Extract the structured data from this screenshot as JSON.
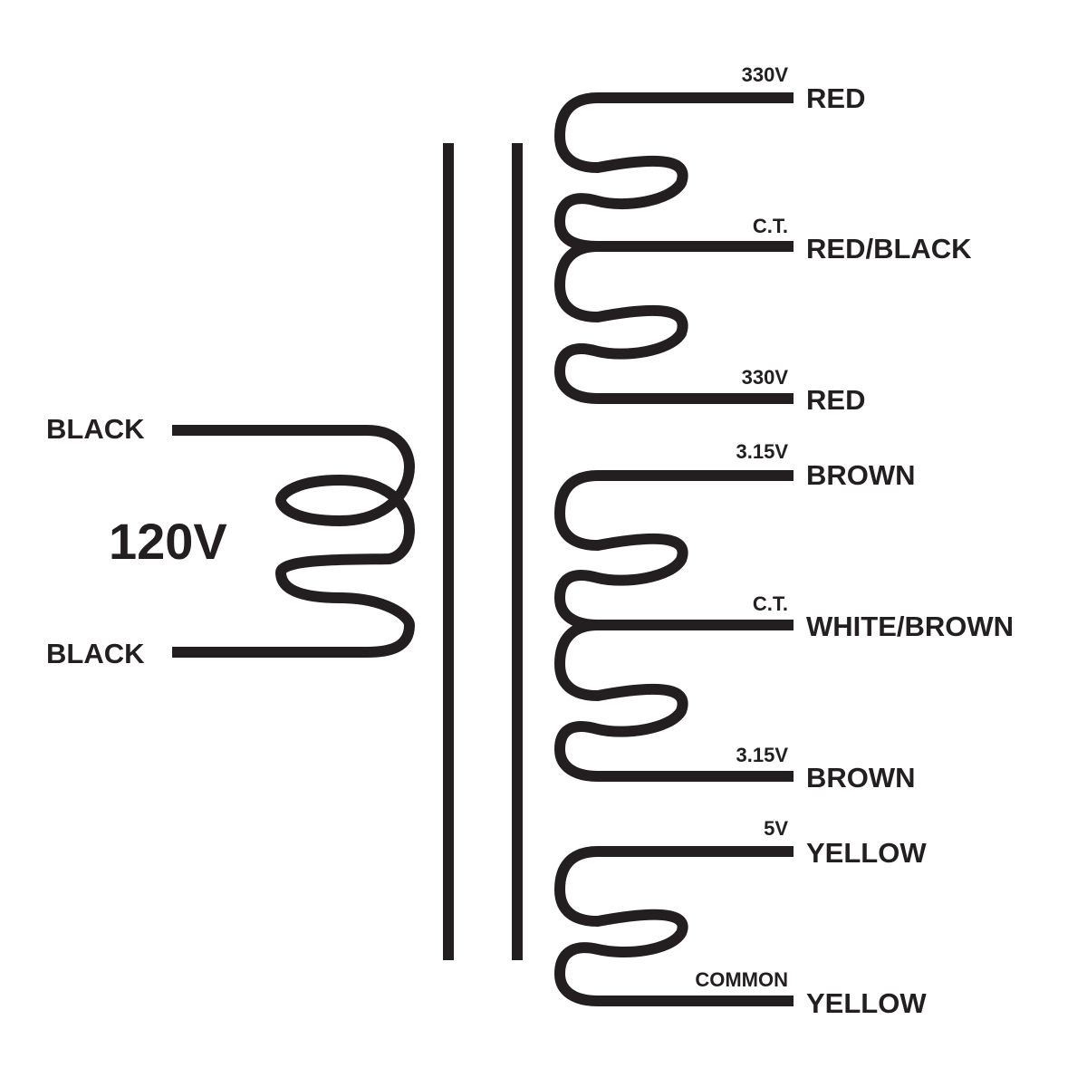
{
  "primary": {
    "voltage_label": "120V",
    "top_lead": "BLACK",
    "bottom_lead": "BLACK"
  },
  "secondaries": [
    {
      "top": {
        "tap": "330V",
        "color": "RED"
      },
      "center": {
        "tap": "C.T.",
        "color": "RED/BLACK"
      },
      "bottom": {
        "tap": "330V",
        "color": "RED"
      }
    },
    {
      "top": {
        "tap": "3.15V",
        "color": "BROWN"
      },
      "center": {
        "tap": "C.T.",
        "color": "WHITE/BROWN"
      },
      "bottom": {
        "tap": "3.15V",
        "color": "BROWN"
      }
    },
    {
      "top": {
        "tap": "5V",
        "color": "YELLOW"
      },
      "bottom": {
        "tap": "COMMON",
        "color": "YELLOW"
      }
    }
  ],
  "colors": {
    "ink": "#231f20",
    "background": "#ffffff"
  }
}
